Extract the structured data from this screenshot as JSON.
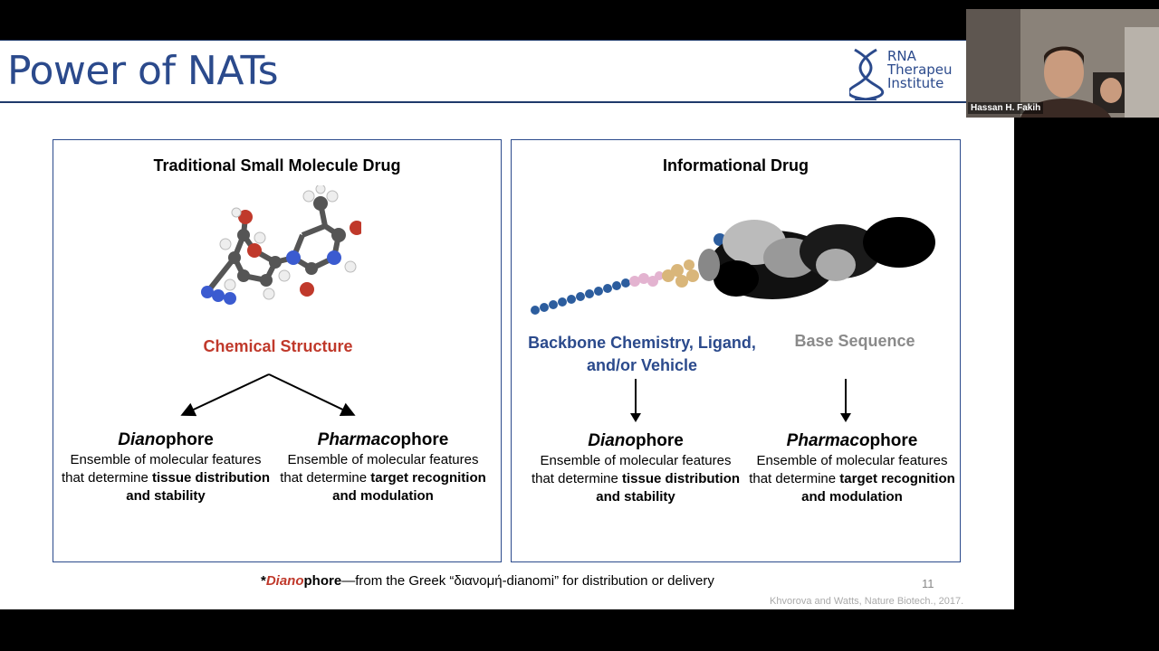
{
  "slide": {
    "title": "Power of NATs",
    "logo_text": "RNA\nTherapeu\nInstitute",
    "left_panel": {
      "title": "Traditional Small Molecule Drug",
      "structure_label": "Chemical Structure",
      "phore1": {
        "italic": "Diano",
        "rest": "phore",
        "line1": "Ensemble of molecular features",
        "line2_plain": "that determine ",
        "line2_bold": "tissue distribution",
        "line3_bold": "and stability"
      },
      "phore2": {
        "italic": "Pharmaco",
        "rest": "phore",
        "line1": "Ensemble of molecular features",
        "line2_plain": "that determine ",
        "line2_bold": "target recognition",
        "line3_bold": "and modulation"
      }
    },
    "right_panel": {
      "title": "Informational Drug",
      "label_left_1": "Backbone Chemistry, Ligand,",
      "label_left_2": "and/or Vehicle",
      "label_right": "Base Sequence",
      "phore1": {
        "italic": "Diano",
        "rest": "phore",
        "line1": "Ensemble of molecular features",
        "line2_plain": "that determine ",
        "line2_bold": "tissue distribution",
        "line3_bold": "and stability"
      },
      "phore2": {
        "italic": "Pharmaco",
        "rest": "phore",
        "line1": "Ensemble of molecular features",
        "line2_plain": "that determine ",
        "line2_bold": "target recognition",
        "line3_bold": "and modulation"
      }
    },
    "footnote": {
      "star": "*",
      "italic": "Diano",
      "bold": "phore",
      "text": "—from the Greek “διανομή-dianomi” for distribution or delivery"
    },
    "page_number": "11",
    "citation": "Khvorova and Watts, Nature Biotech., 2017."
  },
  "webcam": {
    "name": "Hassan H. Fakih"
  },
  "colors": {
    "title_blue": "#2b4a8c",
    "accent_red": "#c0392b",
    "base_gray": "#8a8a8a"
  }
}
